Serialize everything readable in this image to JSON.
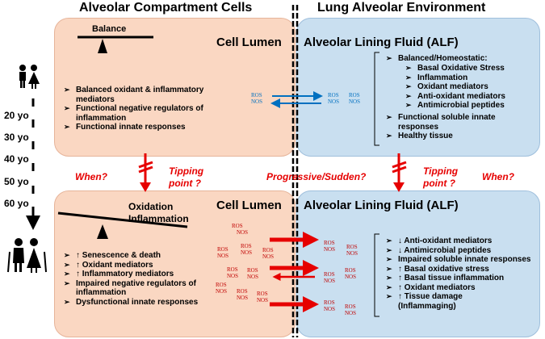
{
  "headers": {
    "left": "Alveolar Compartment Cells",
    "right": "Lung Alveolar Environment"
  },
  "top": {
    "balance_label": "Balance",
    "cell_lumen": "Cell Lumen",
    "alf_title": "Alveolar Lining Fluid (ALF)",
    "cell_items": [
      "Balanced oxidant & inflammatory mediators",
      "Functional negative regulators of inflammation",
      "Functional innate responses"
    ],
    "alf_main": "Balanced/Homeostatic:",
    "alf_sub": [
      "Basal Oxidative Stress",
      "Inflammation",
      "Oxidant mediators",
      "Anti-oxidant mediators",
      "Antimicrobial peptides"
    ],
    "alf_items": [
      "Functional soluble innate responses",
      "Healthy tissue"
    ],
    "ros_left": [
      "ROS",
      "NOS"
    ],
    "ros_right": [
      [
        "ROS",
        "ROS"
      ],
      [
        "NOS",
        "NOS"
      ]
    ]
  },
  "middle": {
    "when_left": "When?",
    "tipping_left": [
      "Tipping",
      "point ?"
    ],
    "progressive": "Progressive/Sudden?",
    "tipping_right": [
      "Tipping",
      "point ?"
    ],
    "when_right": "When?"
  },
  "bottom": {
    "oxidation": "Oxidation",
    "inflammation": "Inflammation",
    "cell_lumen": "Cell Lumen",
    "alf_title": "Alveolar Lining Fluid (ALF)",
    "cell_items": [
      "↑ Senescence & death",
      "↑ Oxidant mediators",
      "↑ Inflammatory mediators",
      "Impaired negative regulators of inflammation",
      "Dysfunctional innate responses"
    ],
    "alf_items": [
      "↓ Anti-oxidant mediators",
      "↓ Antimicrobial peptides",
      "Impaired soluble innate responses",
      "↑ Basal oxidative stress",
      "↑ Basal tissue inflammation",
      "↑ Oxidant mediators",
      "↑ Tissue damage (Inflammaging)"
    ],
    "ros": [
      "ROS",
      "NOS"
    ]
  },
  "ages": [
    "20 yo",
    "30 yo",
    "40 yo",
    "50 yo",
    "60 yo"
  ],
  "colors": {
    "cell_bg": "#fad7c2",
    "alf_bg": "#c9dff0",
    "red": "#e60000",
    "blue": "#0070c0"
  }
}
